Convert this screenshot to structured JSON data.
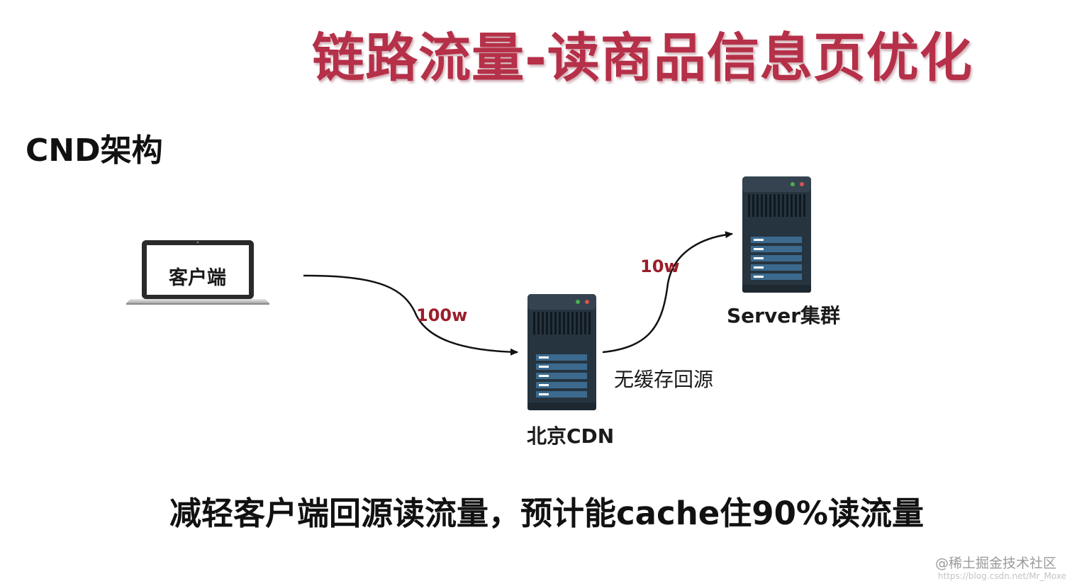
{
  "title": "链路流量-读商品信息页优化",
  "section_heading": "CND架构",
  "nodes": {
    "client": {
      "label": "客户端"
    },
    "cdn": {
      "label": "北京CDN"
    },
    "server": {
      "label": "Server集群"
    }
  },
  "edges": {
    "client_to_cdn": {
      "label": "100w"
    },
    "cdn_to_server": {
      "label": "10w"
    }
  },
  "note": "无缓存回源",
  "conclusion": "减轻客户端回源读流量，预计能cache住90%读流量",
  "watermark": {
    "brand": "@稀土掘金技术社区",
    "url": "https://blog.csdn.net/Mr_Moxe"
  },
  "colors": {
    "title": "#b53048",
    "edge_label": "#9a1e2a",
    "server_body": "#26343f",
    "server_bar": "#3b6a8e"
  }
}
